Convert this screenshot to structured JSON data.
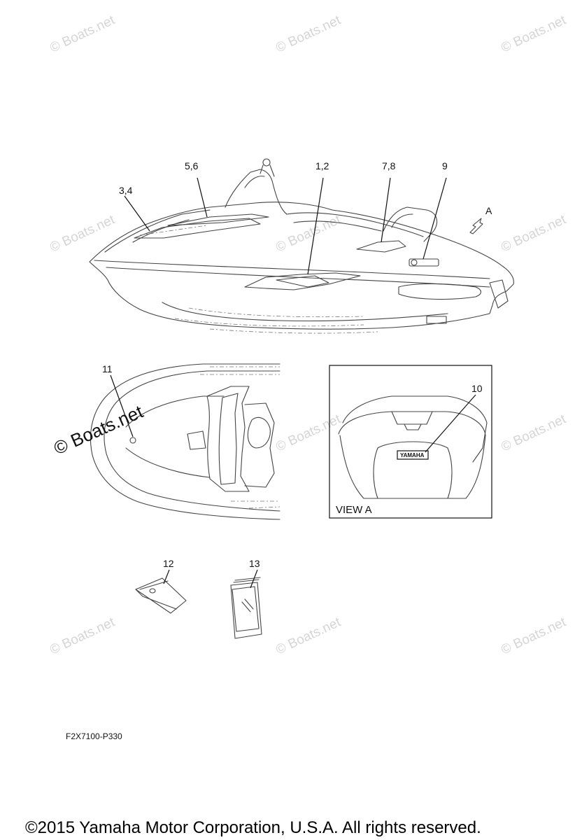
{
  "watermark": {
    "text": "© Boats.net"
  },
  "callouts": {
    "c1": "1,2",
    "c2": "3,4",
    "c3": "5,6",
    "c4": "7,8",
    "c5": "9",
    "c6": "10",
    "c7": "11",
    "c8": "12",
    "c9": "13",
    "view_arrow": "A"
  },
  "view_a": {
    "label": "VIEW A",
    "badge": "YAMAHA"
  },
  "drawing_code": "F2X7100-P330",
  "copyright": "©2015 Yamaha Motor Corporation, U.S.A. All rights reserved."
}
